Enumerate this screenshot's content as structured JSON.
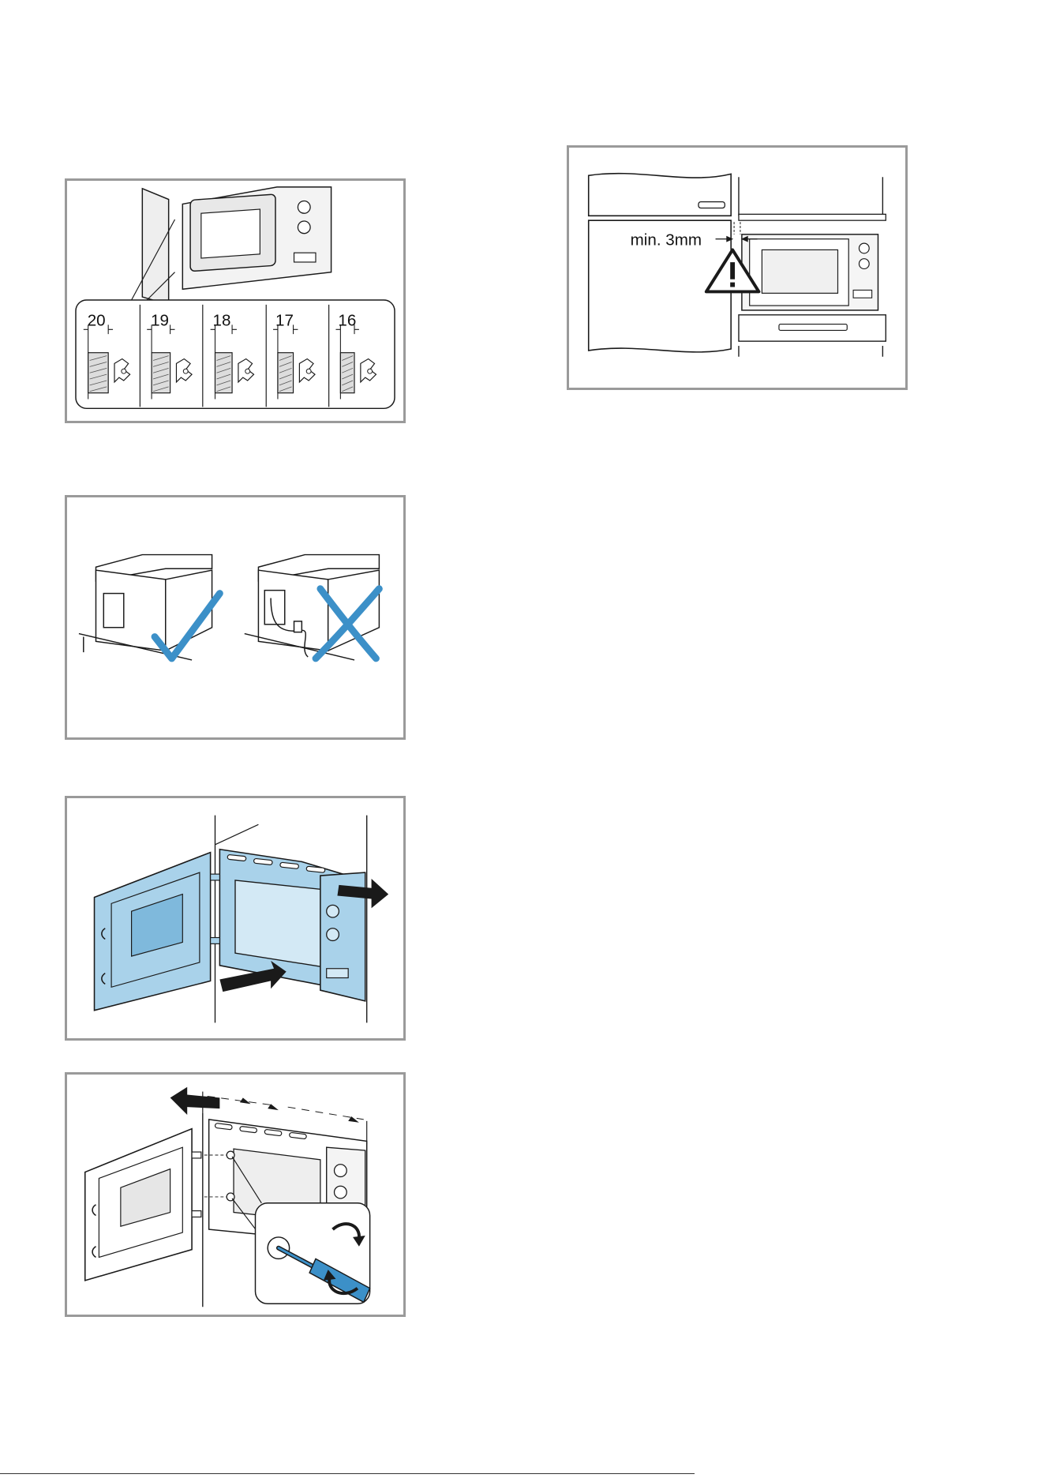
{
  "figures": {
    "thickness_chart": {
      "labels": [
        "20",
        "19",
        "18",
        "17",
        "16"
      ]
    },
    "clearance": {
      "label": "min. 3mm",
      "warning_icon": "warning-triangle-icon"
    },
    "cable_routing": {
      "correct_icon": "checkmark-icon",
      "wrong_icon": "cross-icon"
    },
    "insertion": {
      "arrows": [
        "push-in-arrow-icon",
        "slide-right-arrow-icon"
      ]
    },
    "fixing": {
      "tool_icon": "screwdriver-icon",
      "rotate_icon": "rotate-arrows-icon"
    }
  },
  "colors": {
    "accent_blue": "#3c90c8",
    "panel_blue": "#a9d2ea",
    "frame_gray": "#9a9a9a",
    "line": "#1a1a1a"
  }
}
